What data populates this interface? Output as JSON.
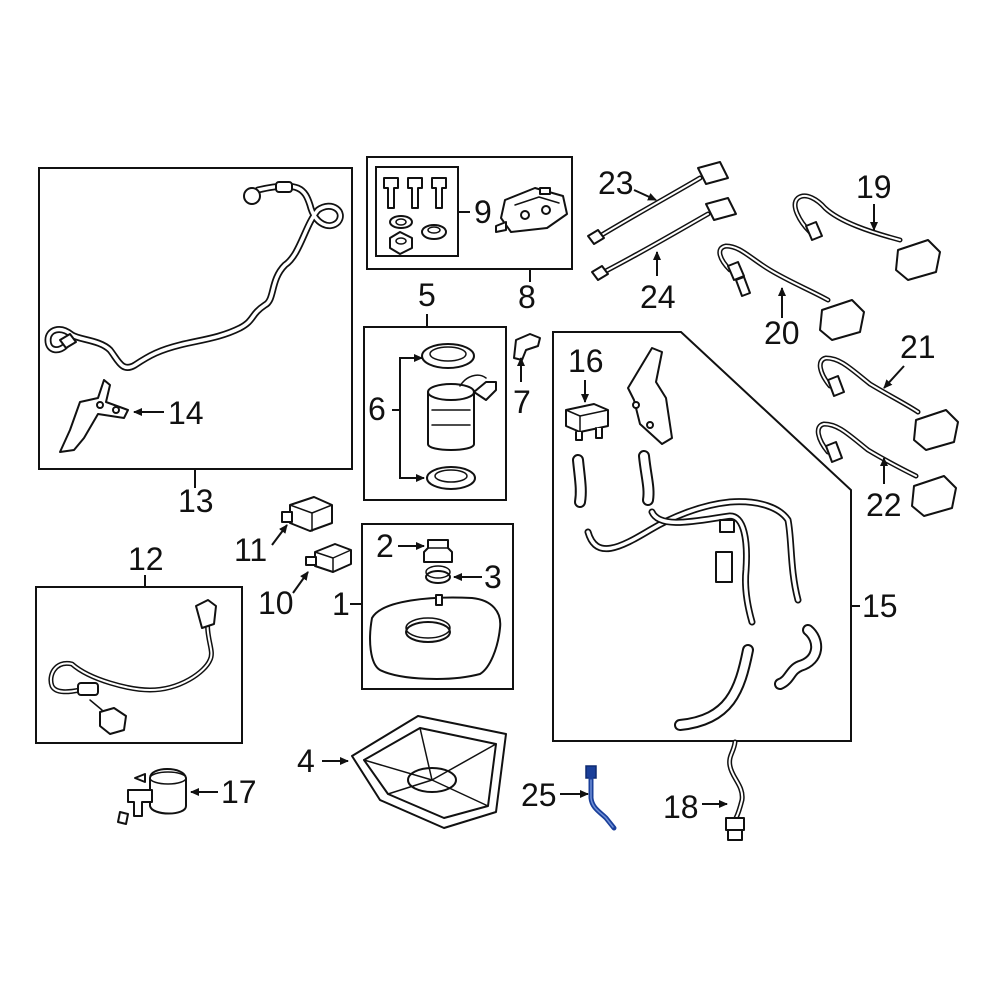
{
  "callouts": {
    "c1": "1",
    "c2": "2",
    "c3": "3",
    "c4": "4",
    "c5": "5",
    "c6": "6",
    "c7": "7",
    "c8": "8",
    "c9": "9",
    "c10": "10",
    "c11": "11",
    "c12": "12",
    "c13": "13",
    "c14": "14",
    "c15": "15",
    "c16": "16",
    "c17": "17",
    "c18": "18",
    "c19": "19",
    "c20": "20",
    "c21": "21",
    "c22": "22",
    "c23": "23",
    "c24": "24",
    "c25": "25"
  },
  "colors": {
    "line": "#111111",
    "background": "#ffffff",
    "highlight_part": "#1a3f9a"
  }
}
